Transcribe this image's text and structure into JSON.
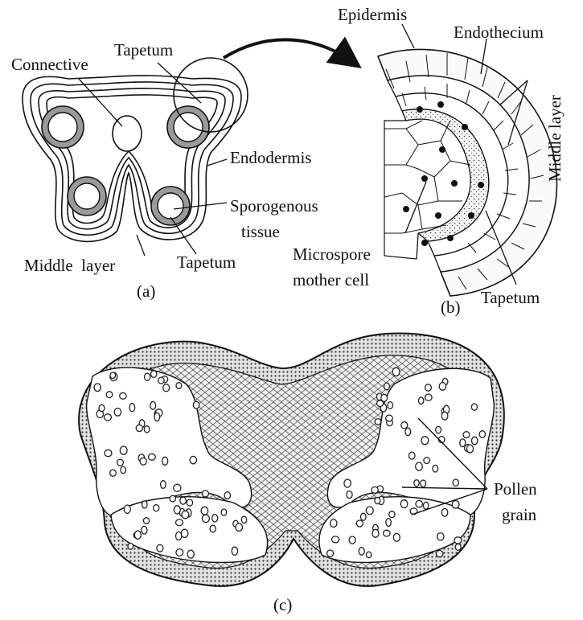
{
  "panel_a": {
    "caption": "(a)",
    "labels": {
      "connective": "Connective",
      "tapetum_top": "Tapetum",
      "endodermis": "Endodermis",
      "sporogenous_line1": "Sporogenous",
      "sporogenous_line2": "tissue",
      "middle_layer": "Middle  layer",
      "tapetum_bottom": "Tapetum"
    }
  },
  "panel_b": {
    "caption": "(b)",
    "labels": {
      "epidermis": "Epidermis",
      "endothecium": "Endothecium",
      "middle_layer": "Middle layer",
      "microspore_line1": "Microspore",
      "microspore_line2": "mother cell",
      "tapetum": "Tapetum"
    }
  },
  "panel_c": {
    "caption": "(c)",
    "labels": {
      "pollen_line1": "Pollen",
      "pollen_line2": "grain"
    }
  },
  "colors": {
    "ink": "#111111",
    "tapetum_fill": "#9a9a9a",
    "stipple": "#eeeeee",
    "tissue": "#f4f4f4"
  }
}
